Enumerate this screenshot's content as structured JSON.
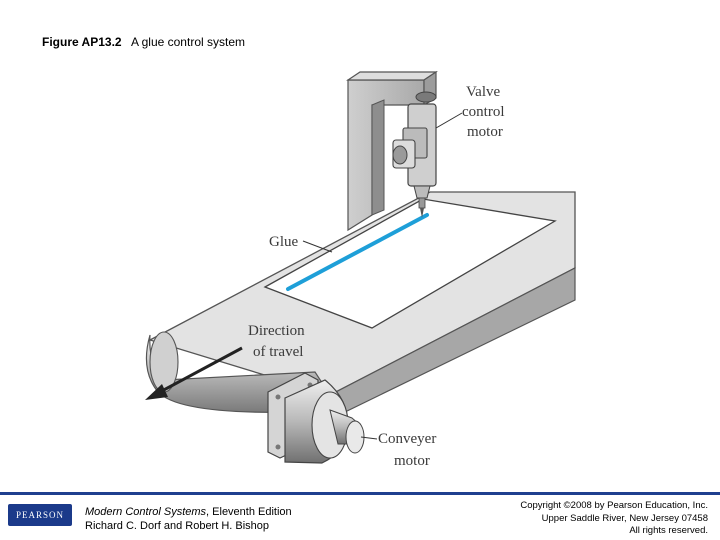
{
  "figure": {
    "number": "Figure AP13.2",
    "caption": "A glue control system"
  },
  "labels": {
    "valve_line1": "Valve",
    "valve_line2": "control",
    "valve_line3": "motor",
    "glue": "Glue",
    "direction_line1": "Direction",
    "direction_line2": "of travel",
    "conveyer_line1": "Conveyer",
    "conveyer_line2": "motor"
  },
  "footer": {
    "logo_text": "PEARSON",
    "book_title": "Modern Control Systems",
    "book_edition": ", Eleventh Edition",
    "authors": "Richard C. Dorf and Robert H. Bishop",
    "copyright_line1": "Copyright ©2008 by Pearson Education, Inc.",
    "copyright_line2": "Upper Saddle River, New Jersey 07458",
    "copyright_line3": "All rights reserved."
  },
  "colors": {
    "glue_line": "#1e9fd8",
    "footer_rule": "#1f3f8f",
    "logo_bg": "#1b3a8a"
  }
}
